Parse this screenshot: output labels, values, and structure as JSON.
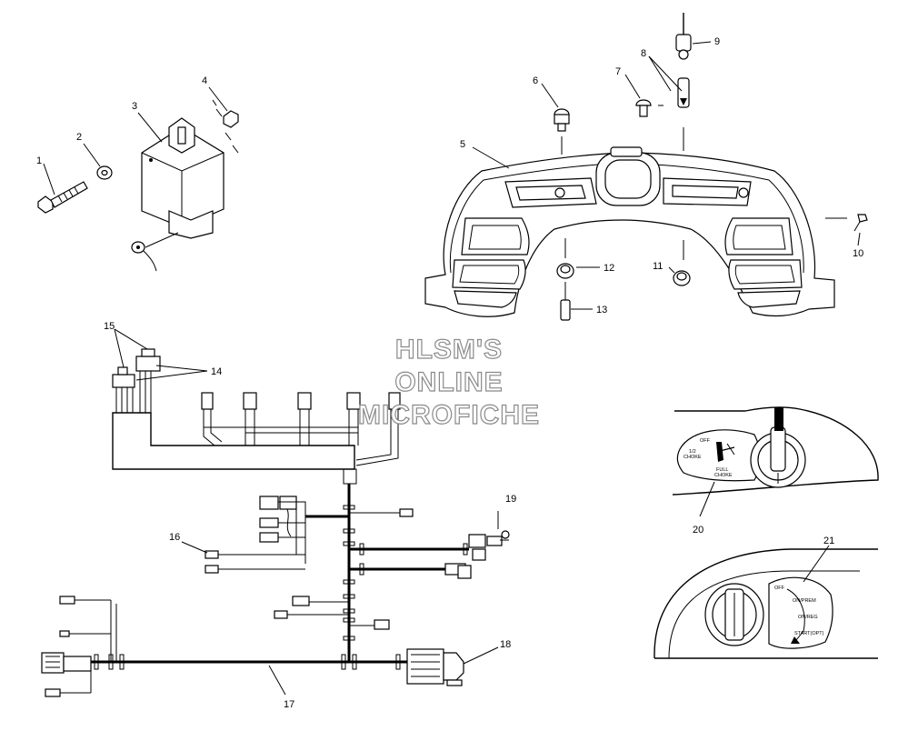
{
  "watermark": {
    "line1": "HLSM'S",
    "line2": "ONLINE",
    "line3": "MICROFICHE"
  },
  "callouts": [
    "1",
    "2",
    "3",
    "4",
    "5",
    "6",
    "7",
    "8",
    "9",
    "10",
    "11",
    "12",
    "13",
    "14",
    "15",
    "16",
    "17",
    "18",
    "19",
    "20",
    "21"
  ],
  "choke_panel": {
    "off": "OFF",
    "half_choke_1": "1/2",
    "half_choke_2": "CHOKE",
    "full_choke_1": "FULL",
    "full_choke_2": "CHOKE"
  },
  "key_switch": {
    "off": "OFF",
    "on_prem": "ON/PREM",
    "on_reg": "ON/REG",
    "start": "START(OPT)"
  }
}
